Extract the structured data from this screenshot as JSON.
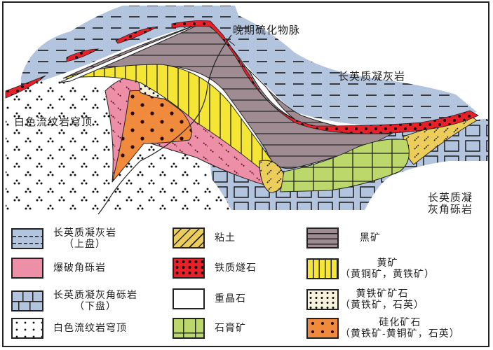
{
  "diagram": {
    "labels": {
      "late_sulfide_vein": "晚期硫化物脉",
      "felsic_tuff": "长英质凝灰岩",
      "white_rhyolite_dome": "白色流纹岩穹顶",
      "felsic_tuff_breccia_line1": "长英质凝",
      "felsic_tuff_breccia_line2": "灰角砾岩"
    },
    "colors": {
      "felsic_tuff": "#b3c4de",
      "explosive_breccia": "#ee8fa8",
      "clay": "#eccd5a",
      "chert": "#e8202a",
      "black_ore": "#9e8c92",
      "yellow_ore": "#f5e635",
      "pyrite_ore": "#f7f2dc",
      "siliceous_ore": "#f08a3c",
      "gypsum": "#bcd86a"
    }
  },
  "legend": {
    "items": [
      {
        "name": "felsic-tuff-hanging-wall",
        "line1": "长英质凝灰岩",
        "line2": "（上盘）"
      },
      {
        "name": "explosive-breccia",
        "line1": "爆破角砾岩",
        "line2": ""
      },
      {
        "name": "felsic-tuff-breccia-footwall",
        "line1": "长英质凝灰角砾岩",
        "line2": "（下盘）"
      },
      {
        "name": "white-rhyolite-dome",
        "line1": "白色流纹岩穹顶",
        "line2": ""
      },
      {
        "name": "clay",
        "line1": "粘土",
        "line2": ""
      },
      {
        "name": "ferruginous-chert",
        "line1": "铁质燧石",
        "line2": ""
      },
      {
        "name": "barite",
        "line1": "重晶石",
        "line2": ""
      },
      {
        "name": "gypsum-ore",
        "line1": "石膏矿",
        "line2": ""
      },
      {
        "name": "black-ore",
        "line1": "黑矿",
        "line2": ""
      },
      {
        "name": "yellow-ore",
        "line1": "黄矿",
        "line2": "（黄铜矿，黄铁矿）"
      },
      {
        "name": "pyrite-ore",
        "line1": "黄铁矿矿石",
        "line2": "（黄铁矿，石英）"
      },
      {
        "name": "siliceous-ore",
        "line1": "硅化矿石",
        "line2": "（黄铁矿-黄铜矿，石英）"
      }
    ]
  }
}
